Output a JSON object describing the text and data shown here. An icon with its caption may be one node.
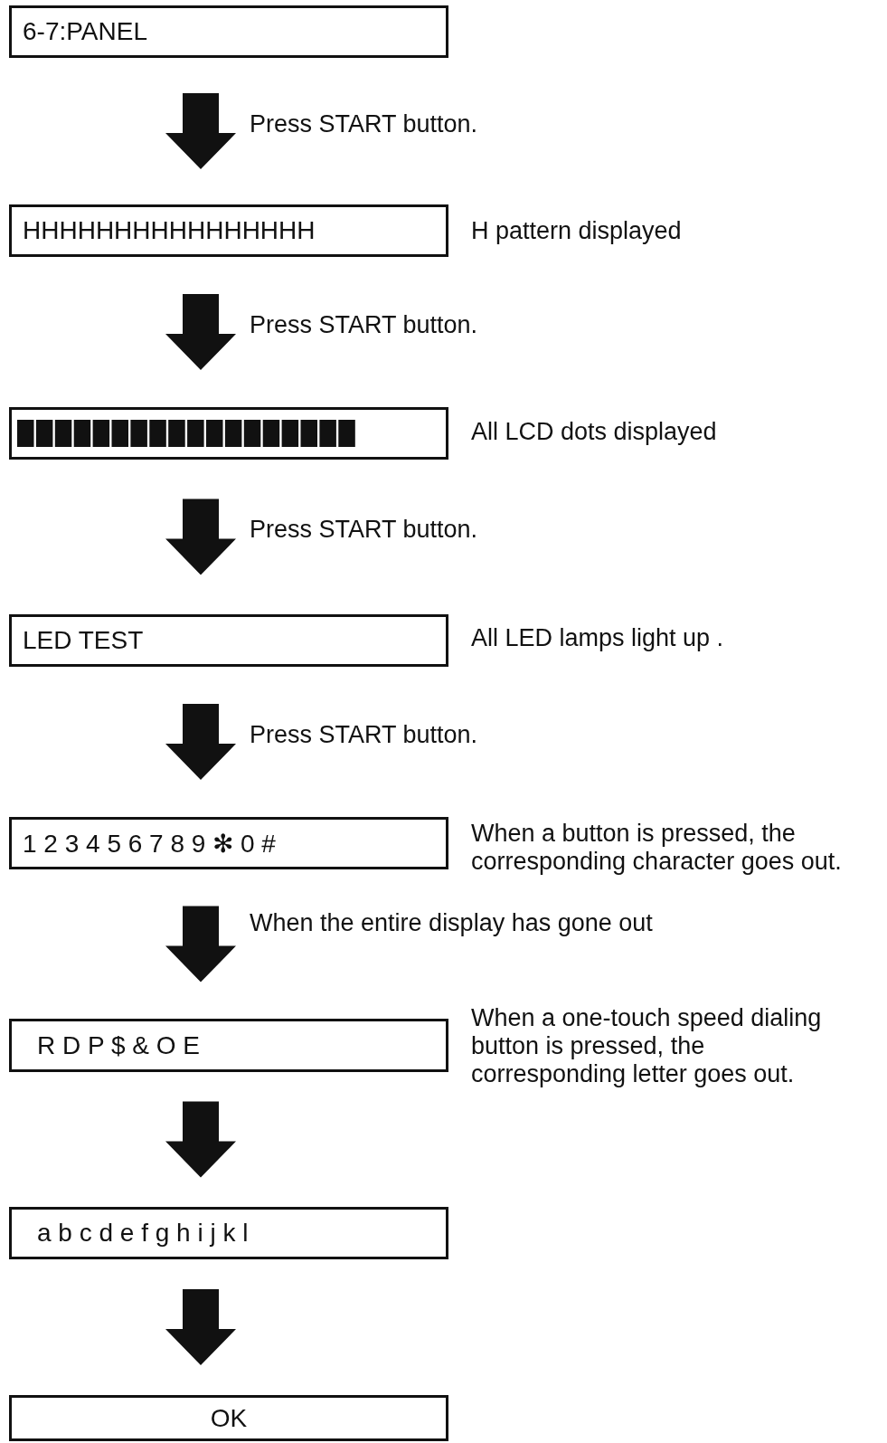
{
  "diagram": {
    "nodes": [
      {
        "text": [
          "6-7:PANEL"
        ]
      },
      {
        "text": [
          "HHHHHHHHHHHHHHHH"
        ],
        "beside": [
          "H pattern displayed"
        ]
      },
      {
        "text": [],
        "shape": "box",
        "beside": [
          "All LCD dots displayed"
        ]
      },
      {
        "text": [
          "LED TEST"
        ],
        "beside": [
          "All LED lamps light up ."
        ]
      },
      {
        "text": [
          "1 2 3 4 5 6 7 8 9 ✻ 0 #"
        ],
        "beside": [
          "When a button is pressed, the corresponding character goes out."
        ]
      },
      {
        "text": [
          "R D P $ & O E"
        ],
        "beside": [
          "When a one-touch speed dialing button is pressed, the corresponding letter goes out."
        ]
      },
      {
        "text": [
          "a b c d e f g h i j k l"
        ]
      },
      {
        "text": [
          "OK"
        ]
      }
    ],
    "edges": [
      {
        "from": 0,
        "to": 1,
        "arrow": "to",
        "style": "thick",
        "label": "Press START button."
      },
      {
        "from": 1,
        "to": 2,
        "arrow": "to",
        "style": "thick",
        "label": "Press START button."
      },
      {
        "from": 2,
        "to": 3,
        "arrow": "to",
        "style": "thick",
        "label": "Press START button."
      },
      {
        "from": 3,
        "to": 4,
        "arrow": "to",
        "style": "thick",
        "label": "Press START button."
      },
      {
        "from": 4,
        "to": 5,
        "arrow": "to",
        "style": "thick",
        "label": "When the entire display has gone out"
      },
      {
        "from": 5,
        "to": 6,
        "arrow": "to",
        "style": "thick"
      },
      {
        "from": 6,
        "to": 7,
        "arrow": "to",
        "style": "thick"
      }
    ]
  }
}
